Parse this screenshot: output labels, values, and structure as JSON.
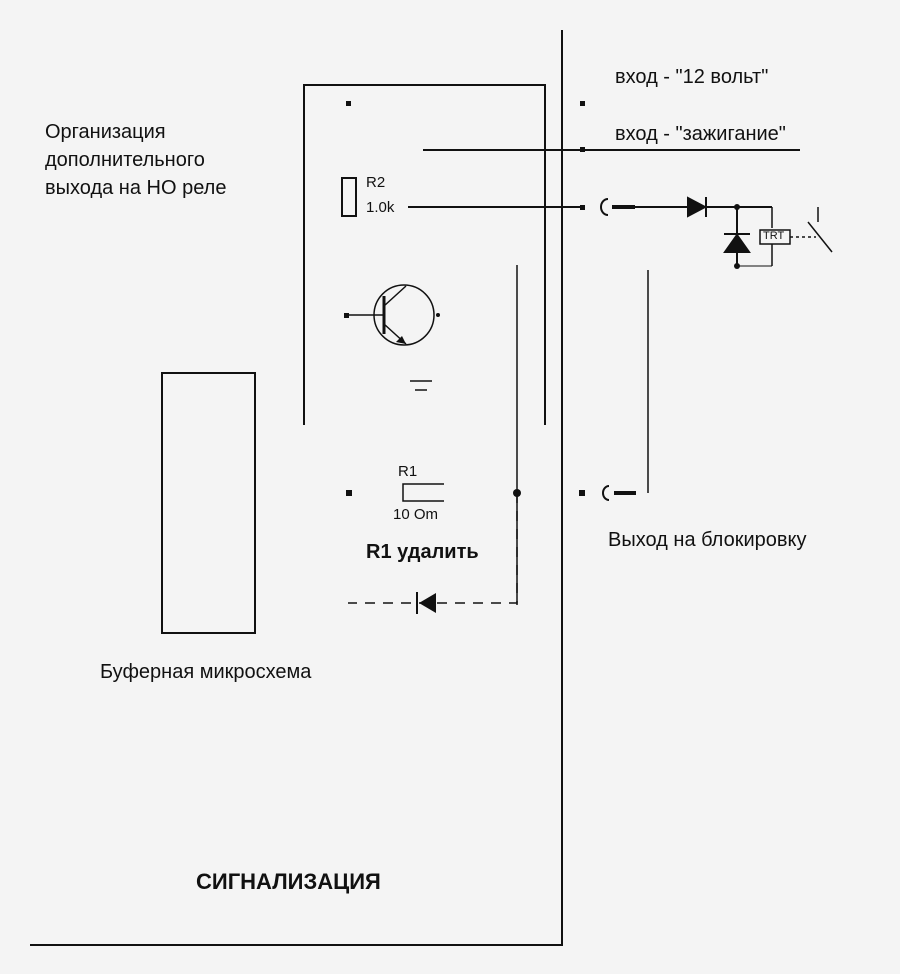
{
  "labels": {
    "input_12v": "вход - \"12 вольт\"",
    "input_ignition": "вход - \"зажигание\"",
    "note_lines": [
      "Организация",
      "дополнительного",
      "выхода на НО реле"
    ],
    "r2_name": "R2",
    "r2_value": "1.0k",
    "r1_name": "R1",
    "r1_value": "10 Om",
    "r1_remove": "R1 удалить",
    "output_block": "Выход на блокировку",
    "buffer_chip": "Буферная микросхема",
    "alarm_title": "СИГНАЛИЗАЦИЯ",
    "relay_tag": "TRT"
  },
  "colors": {
    "line": "#111111",
    "background": "#f4f4f4"
  }
}
